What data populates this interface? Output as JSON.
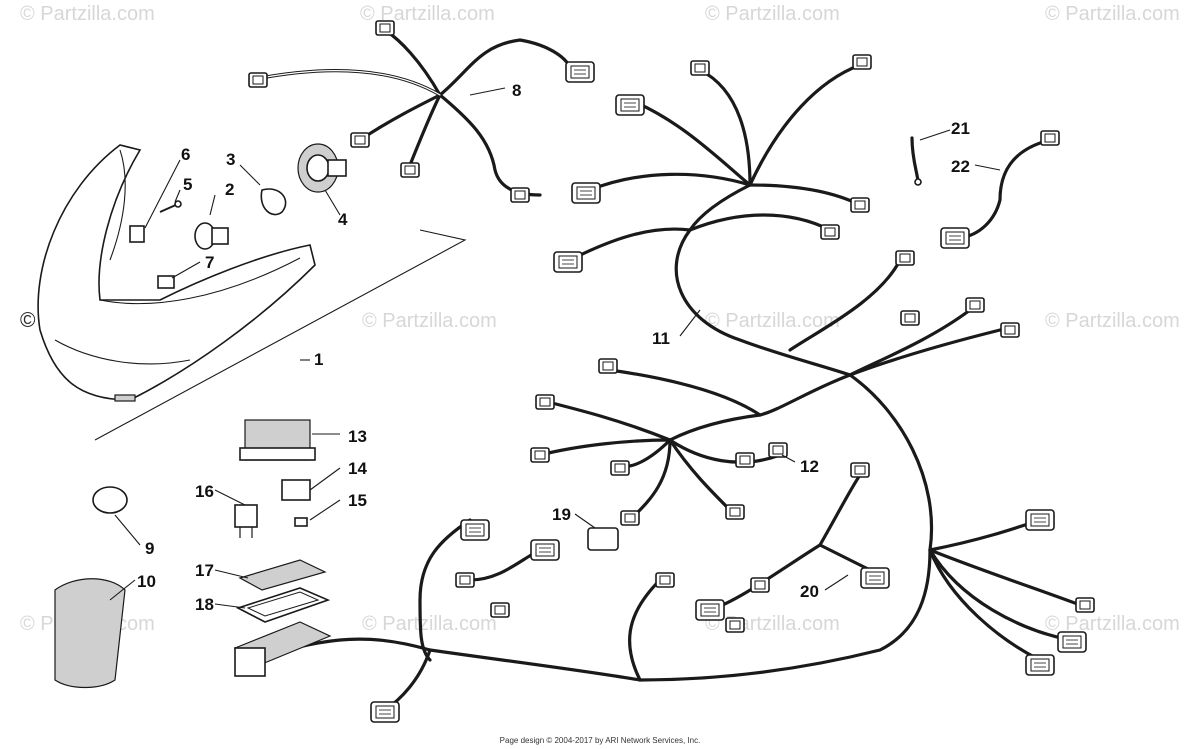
{
  "watermark": {
    "text": "© Partzilla.com"
  },
  "callouts": {
    "c1": "1",
    "c2": "2",
    "c3": "3",
    "c4": "4",
    "c5": "5",
    "c6": "6",
    "c7": "7",
    "c8": "8",
    "c9": "9",
    "c10": "10",
    "c11": "11",
    "c12": "12",
    "c13": "13",
    "c14": "14",
    "c15": "15",
    "c16": "16",
    "c17": "17",
    "c18": "18",
    "c19": "19",
    "c20": "20",
    "c21": "21",
    "c22": "22"
  },
  "footer": {
    "text": "Page design © 2004-2017 by ARI Network Services, Inc."
  }
}
